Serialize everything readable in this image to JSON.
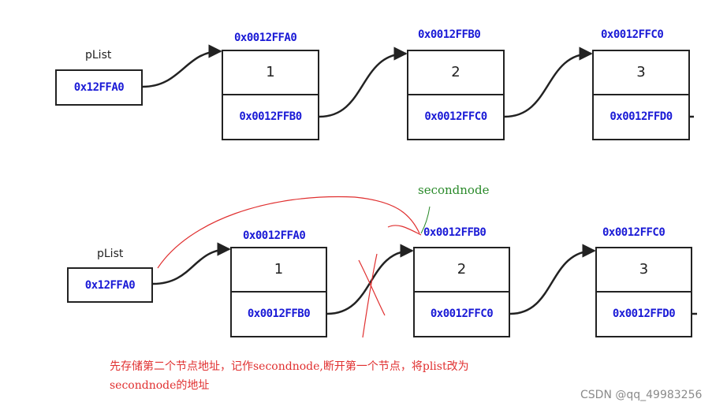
{
  "top": {
    "plist_label": "pList",
    "plist_value": "0x12FFA0",
    "nodes": [
      {
        "address": "0x0012FFA0",
        "value": "1",
        "next": "0x0012FFB0"
      },
      {
        "address": "0x0012FFB0",
        "value": "2",
        "next": "0x0012FFC0"
      },
      {
        "address": "0x0012FFC0",
        "value": "3",
        "next": "0x0012FFD0"
      }
    ]
  },
  "bottom": {
    "plist_label": "pList",
    "plist_value": "0x12FFA0",
    "nodes": [
      {
        "address": "0x0012FFA0",
        "value": "1",
        "next": "0x0012FFB0"
      },
      {
        "address": "0x0012FFB0",
        "value": "2",
        "next": "0x0012FFC0"
      },
      {
        "address": "0x0012FFC0",
        "value": "3",
        "next": "0x0012FFD0"
      }
    ],
    "annotation": "secondnode"
  },
  "note_line1": "先存储第二个节点地址，记作secondnode,断开第一个节点，将plist改为",
  "note_line2": "secondnode的地址",
  "watermark": "CSDN @qq_49983256",
  "colors": {
    "address": "#1a1ad6",
    "annotation": "#2a8a2a",
    "note": "#e03030",
    "ink": "#222222"
  }
}
